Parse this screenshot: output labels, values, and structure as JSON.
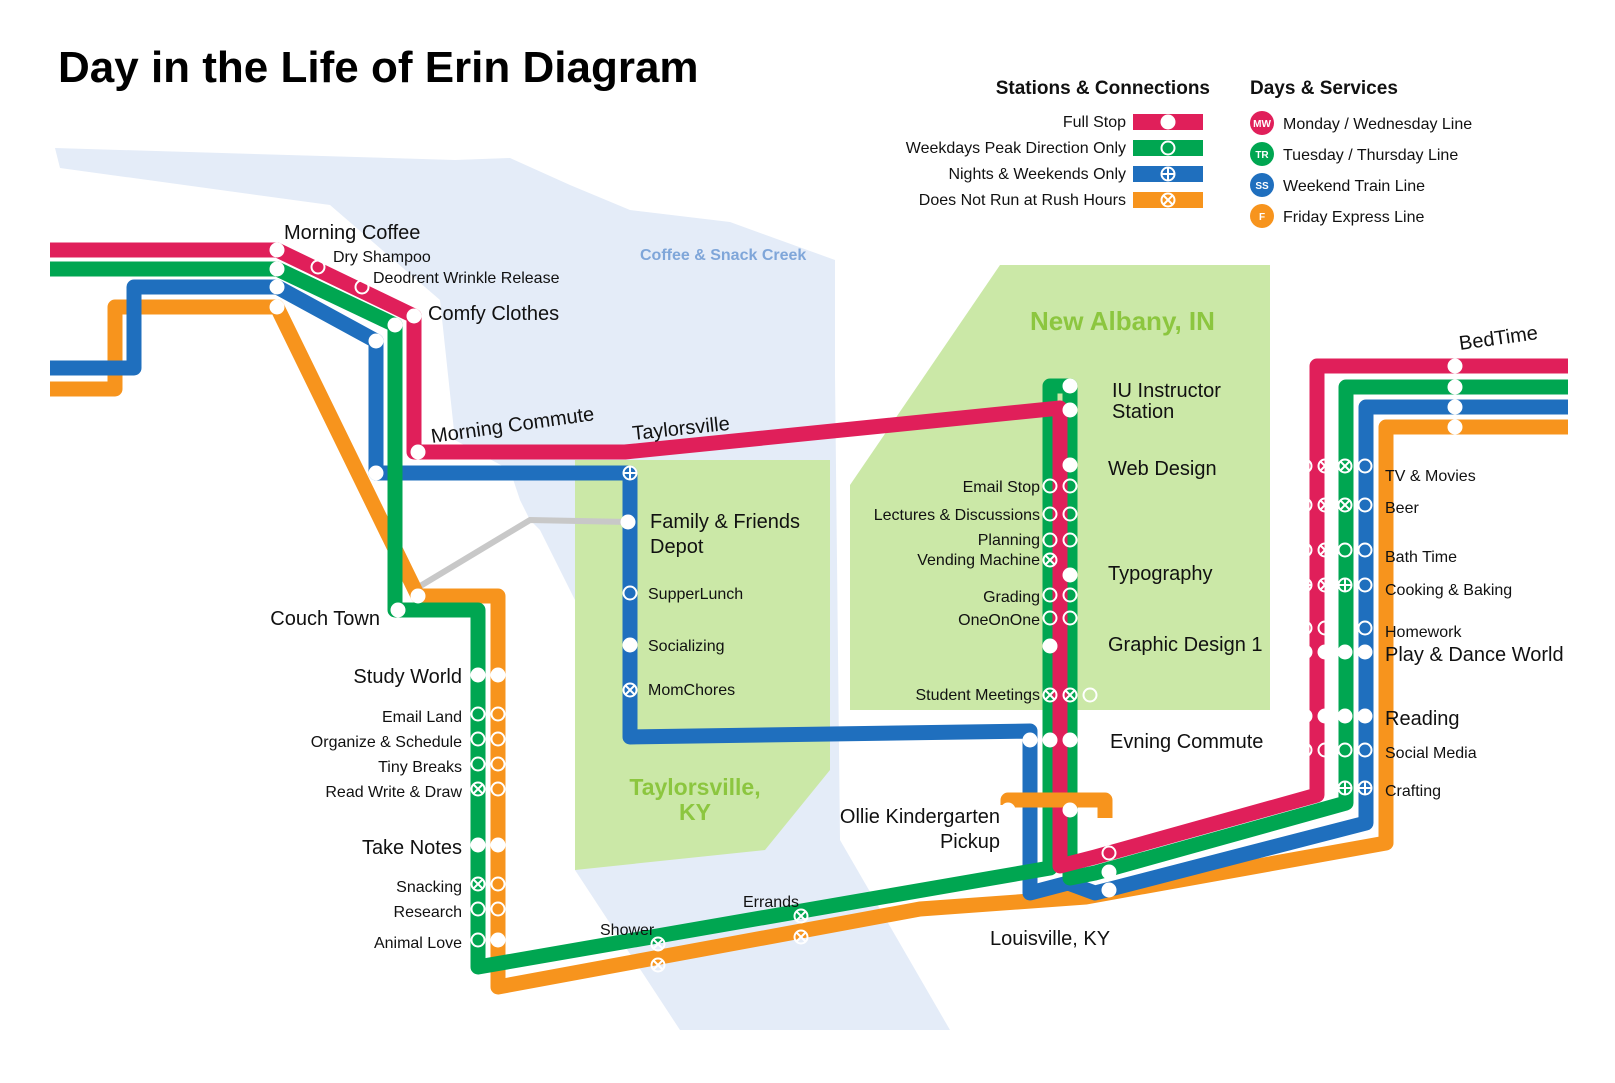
{
  "title": "Day in the Life of Erin Diagram",
  "colors": {
    "mw": "#e01f5a",
    "tr": "#00a651",
    "ss": "#1f6fbe",
    "f": "#f7941d",
    "region": "#cbe8a7",
    "creek": "#e4ecf8",
    "connector": "#c8c8c8"
  },
  "legend": {
    "stations_heading": "Stations & Connections",
    "stations": [
      {
        "label": "Full Stop",
        "symbol": "full",
        "color": "#e01f5a"
      },
      {
        "label": "Weekdays Peak Direction Only",
        "symbol": "ring",
        "color": "#00a651"
      },
      {
        "label": "Nights & Weekends Only",
        "symbol": "plus",
        "color": "#1f6fbe"
      },
      {
        "label": "Does Not Run at Rush Hours",
        "symbol": "cross",
        "color": "#f7941d"
      }
    ],
    "services_heading": "Days & Services",
    "services": [
      {
        "badge": "MW",
        "label": "Monday / Wednesday Line",
        "color": "#e01f5a"
      },
      {
        "badge": "TR",
        "label": "Tuesday / Thursday Line",
        "color": "#00a651"
      },
      {
        "badge": "SS",
        "label": "Weekend Train Line",
        "color": "#1f6fbe"
      },
      {
        "badge": "F",
        "label": "Friday Express Line",
        "color": "#f7941d"
      }
    ]
  },
  "regions": {
    "creek": "Coffee & Snack Creek",
    "new_albany": "New Albany, IN",
    "taylorsville_line1": "Taylorsville,",
    "taylorsville_line2": "KY"
  },
  "stations": {
    "morning_coffee": "Morning Coffee",
    "dry_shampoo": "Dry Shampoo",
    "deodorant": "Deodrent Wrinkle Release",
    "comfy_clothes": "Comfy Clothes",
    "morning_commute": "Morning Commute",
    "taylorsville": "Taylorsville",
    "family_1": "Family & Friends",
    "family_2": "Depot",
    "supperlunch": "SupperLunch",
    "socializing": "Socializing",
    "momchores": "MomChores",
    "couch_town": "Couch Town",
    "study_world": "Study World",
    "email_land": "Email Land",
    "organize": "Organize & Schedule",
    "tiny_breaks": "Tiny Breaks",
    "read_write": "Read Write & Draw",
    "take_notes": "Take Notes",
    "snacking": "Snacking",
    "research": "Research",
    "animal_love": "Animal Love",
    "shower": "Shower",
    "errands": "Errands",
    "iu_1": "IU Instructor",
    "iu_2": "Station",
    "web_design": "Web Design",
    "email_stop": "Email Stop",
    "lectures": "Lectures & Discussions",
    "planning": "Planning",
    "vending": "Vending Machine",
    "typography": "Typography",
    "grading": "Grading",
    "oneonone": "OneOnOne",
    "graphic_design": "Graphic Design 1",
    "student_meetings": "Student Meetings",
    "evening_commute": "Evning Commute",
    "ollie_1": "Ollie Kindergarten",
    "ollie_2": "Pickup",
    "louisville": "Louisville, KY",
    "bedtime": "BedTime",
    "tv_movies": "TV & Movies",
    "beer": "Beer",
    "bath_time": "Bath Time",
    "cooking": "Cooking & Baking",
    "homework": "Homework",
    "play_dance": "Play & Dance World",
    "reading": "Reading",
    "social_media": "Social Media",
    "crafting": "Crafting"
  }
}
